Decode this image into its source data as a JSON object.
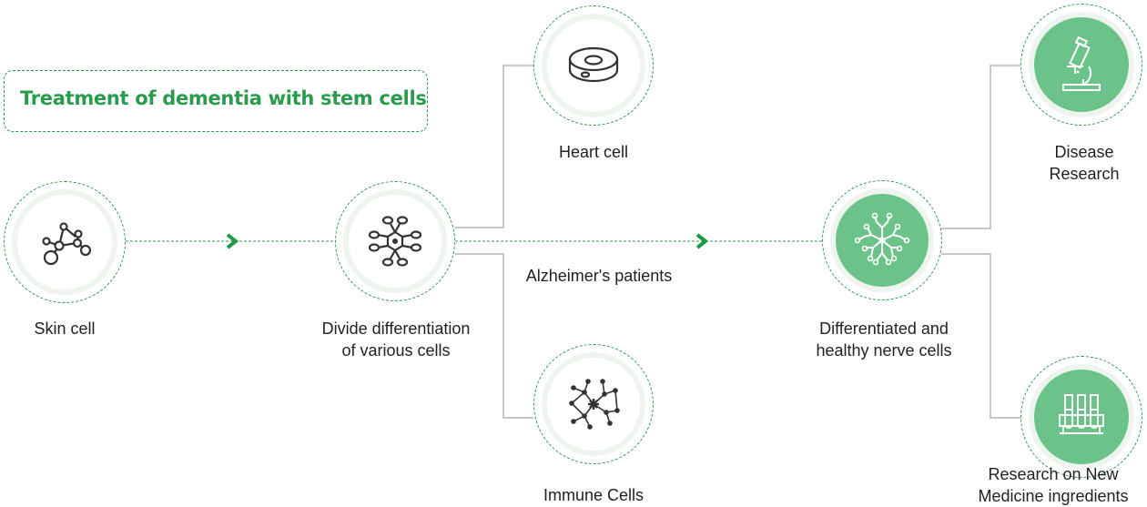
{
  "title": "Treatment of dementia with stem cells",
  "colors": {
    "accent": "#2a9a4d",
    "node_fill": "#6cc389",
    "halo": "#eef5ef",
    "connector": "#b5b5b5"
  },
  "nodes": {
    "skin_cell": {
      "lines": [
        "Skin cell"
      ],
      "icon": "molecule-icon"
    },
    "divide": {
      "lines": [
        "Divide differentiation",
        "of various cells"
      ],
      "icon": "cell-cluster-icon"
    },
    "heart_cell": {
      "lines": [
        "Heart cell"
      ],
      "icon": "petri-dish-icon"
    },
    "immune_cells": {
      "lines": [
        "Immune Cells"
      ],
      "icon": "immune-network-icon"
    },
    "patients": {
      "lines": [
        "Alzheimer's patients"
      ]
    },
    "nerve_cells": {
      "lines": [
        "Differentiated and",
        "healthy nerve cells"
      ],
      "icon": "neuron-icon"
    },
    "disease_research": {
      "lines": [
        "Disease",
        "Research"
      ],
      "icon": "microscope-icon"
    },
    "medicine": {
      "lines": [
        "Research on New",
        "Medicine ingredients"
      ],
      "icon": "test-tubes-icon"
    }
  }
}
